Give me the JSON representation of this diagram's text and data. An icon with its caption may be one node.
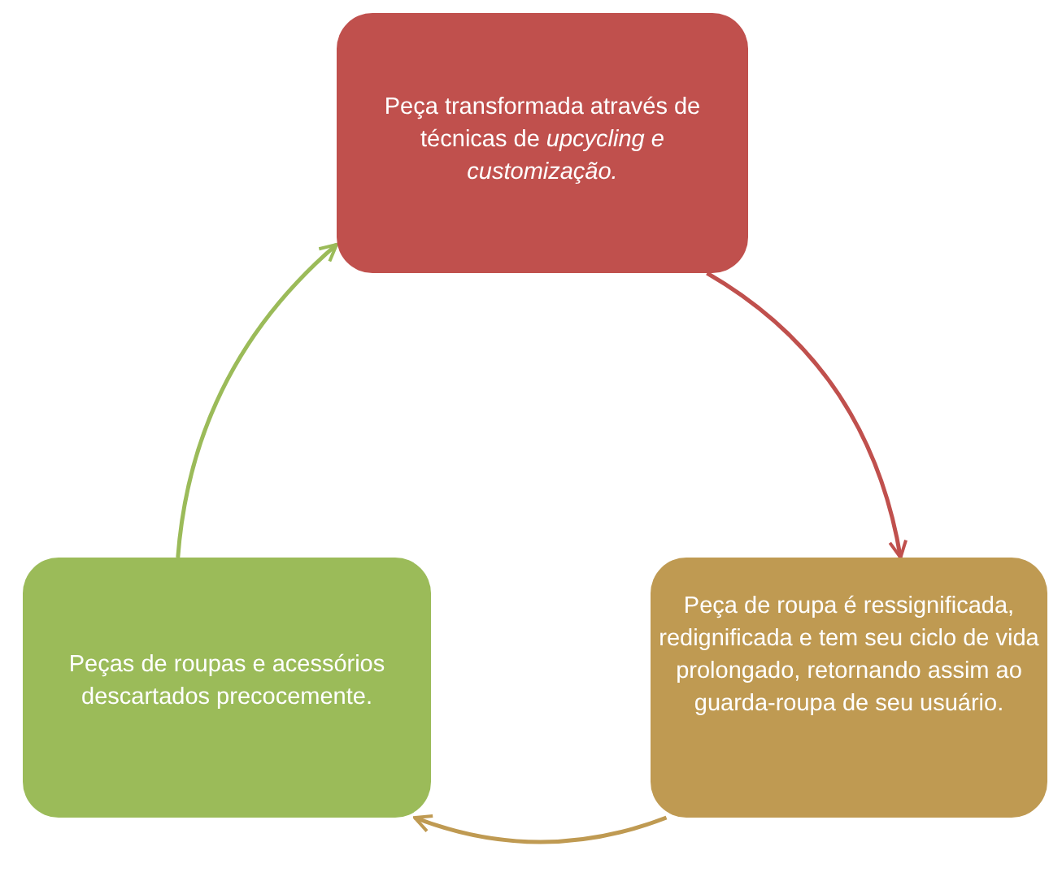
{
  "diagram": {
    "nodes": [
      {
        "text": [
          "Peça transformada através de técnicas de *upcycling e customização.*"
        ]
      },
      {
        "text": [
          "Peça de roupa é ressignificada, redignificada e tem seu ciclo de vida prolongado, retornando assim ao guarda-roupa de seu usuário."
        ]
      },
      {
        "text": [
          "Peças de roupas e acessórios descartados precocemente."
        ]
      }
    ],
    "edges": [
      {
        "from": 0,
        "to": 1,
        "arrow": "to",
        "color": "#c0504d"
      },
      {
        "from": 1,
        "to": 2,
        "arrow": "to",
        "color": "#bf9a52"
      },
      {
        "from": 2,
        "to": 0,
        "arrow": "to",
        "color": "#9bbb59"
      }
    ]
  }
}
